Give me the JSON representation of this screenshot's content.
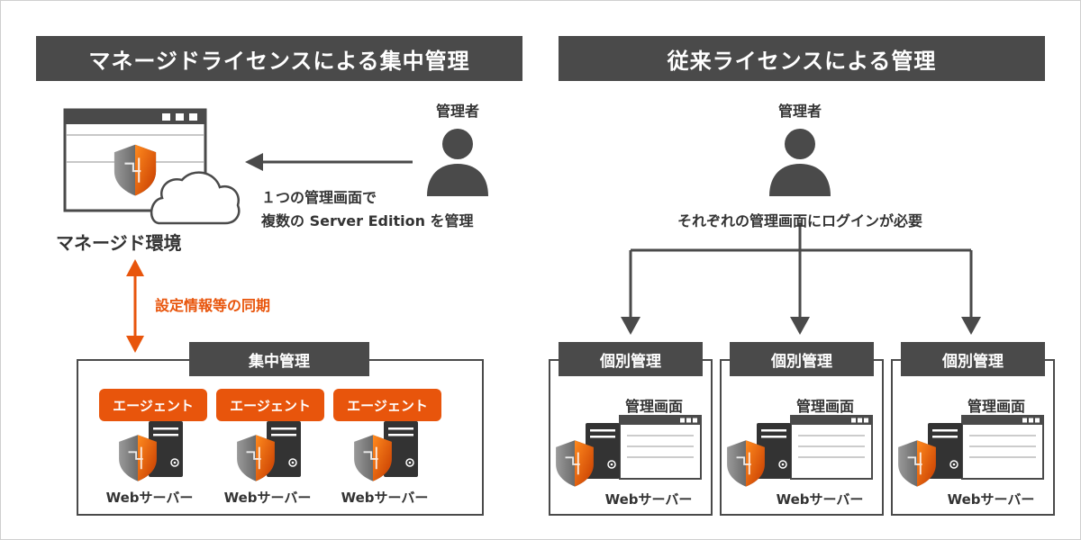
{
  "left": {
    "title": "マネージドライセンスによる集中管理",
    "admin_label": "管理者",
    "note_line1": "１つの管理画面で",
    "note_line2": "複数の Server Edition を管理",
    "env_label": "マネージド環境",
    "sync_label": "設定情報等の同期",
    "group_label": "集中管理",
    "agent_label": "エージェント",
    "server_labels": [
      "Webサーバー",
      "Webサーバー",
      "Webサーバー"
    ]
  },
  "right": {
    "title": "従来ライセンスによる管理",
    "admin_label": "管理者",
    "login_label": "それぞれの管理画面にログインが必要",
    "individual_label": "個別管理",
    "screen_label": "管理画面",
    "server_label": "Webサーバー"
  },
  "colors": {
    "dark": "#4a4a4a",
    "accent": "#e8550c"
  }
}
